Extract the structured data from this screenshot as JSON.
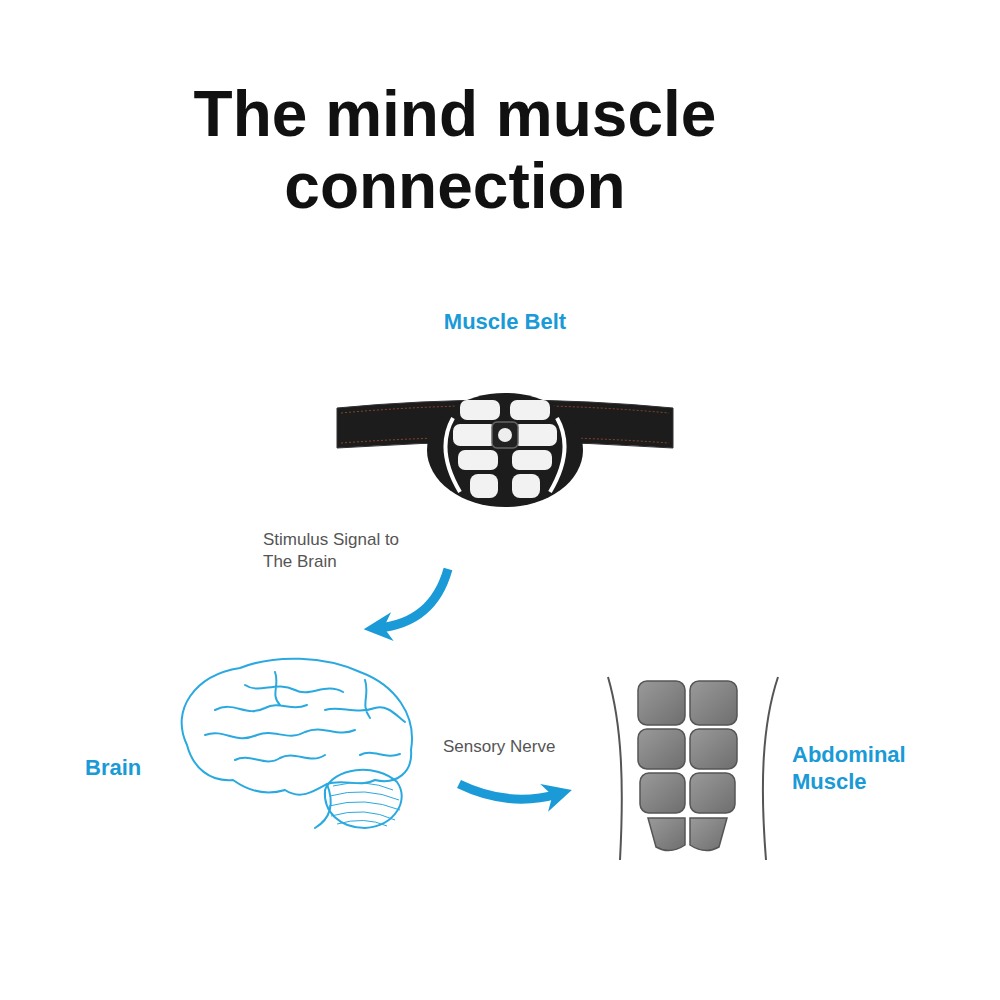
{
  "diagram": {
    "title": "The mind muscle connection",
    "nodes": [
      {
        "text": [
          "Muscle Belt"
        ]
      },
      {
        "text": [
          "Brain"
        ]
      },
      {
        "text": [
          "Abdominal Muscle"
        ]
      }
    ],
    "edges": [
      {
        "from": 0,
        "to": 1,
        "arrow": "to",
        "label": "Stimulus Signal to The Brain"
      },
      {
        "from": 1,
        "to": 2,
        "arrow": "to",
        "label": "Sensory Nerve"
      }
    ]
  }
}
